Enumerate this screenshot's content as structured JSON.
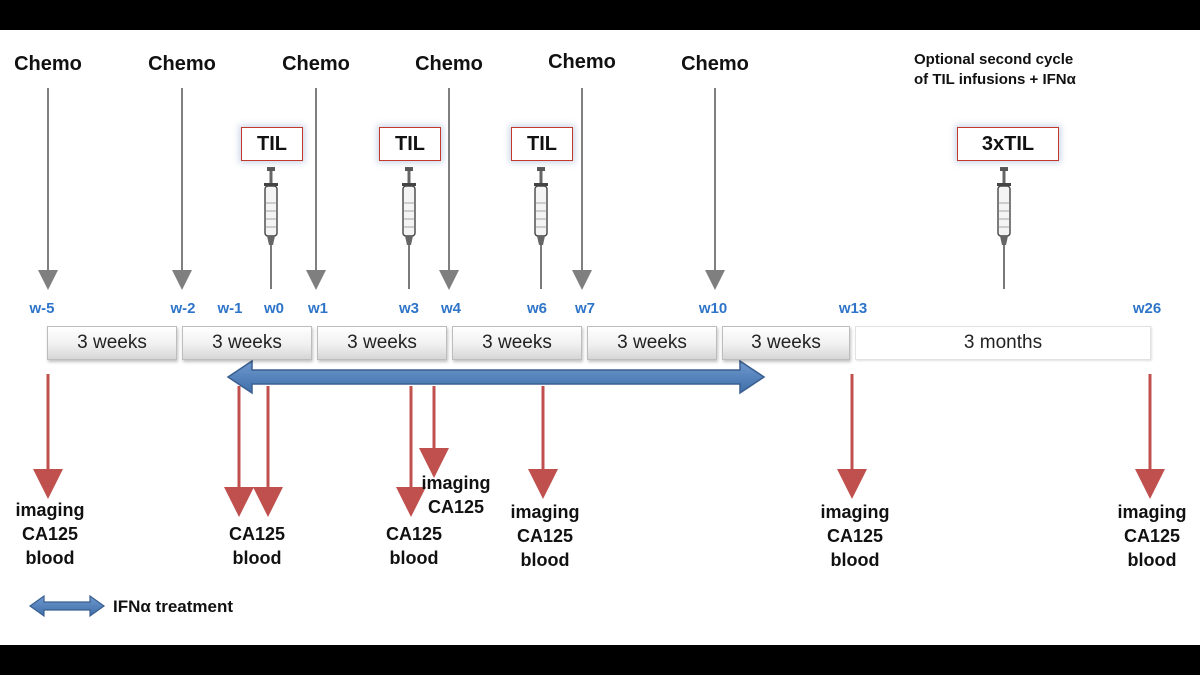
{
  "chemo_label": "Chemo",
  "optional_cycle": {
    "line1": "Optional second cycle",
    "line2": "of TIL infusions + IFNα"
  },
  "til_boxes": [
    "TIL",
    "TIL",
    "TIL",
    "3xTIL"
  ],
  "weeks": [
    "w-5",
    "w-2",
    "w-1",
    "w0",
    "w1",
    "w3",
    "w4",
    "w6",
    "w7",
    "w10",
    "w13",
    "w26"
  ],
  "segments": [
    "3 weeks",
    "3 weeks",
    "3 weeks",
    "3 weeks",
    "3 weeks",
    "3 weeks",
    "3 months"
  ],
  "bottom_labels": {
    "w_minus5": [
      "imaging",
      "CA125",
      "blood"
    ],
    "w0": [
      "CA125",
      "blood"
    ],
    "w3": [
      "CA125",
      "blood"
    ],
    "w3_extra": [
      "imaging",
      "CA125"
    ],
    "w6": [
      "imaging",
      "CA125",
      "blood"
    ],
    "w13": [
      "imaging",
      "CA125",
      "blood"
    ],
    "w26": [
      "imaging",
      "CA125",
      "blood"
    ]
  },
  "legend": {
    "label": "IFNα  treatment"
  },
  "colors": {
    "background": "#000000",
    "week_label": "#2e75c9",
    "chemo_arrow": "#7f7f7f",
    "assessment_arrow": "#c0504d",
    "ifn_arrow_fill": "#4f81bd",
    "til_box_border": "#c0392b"
  }
}
